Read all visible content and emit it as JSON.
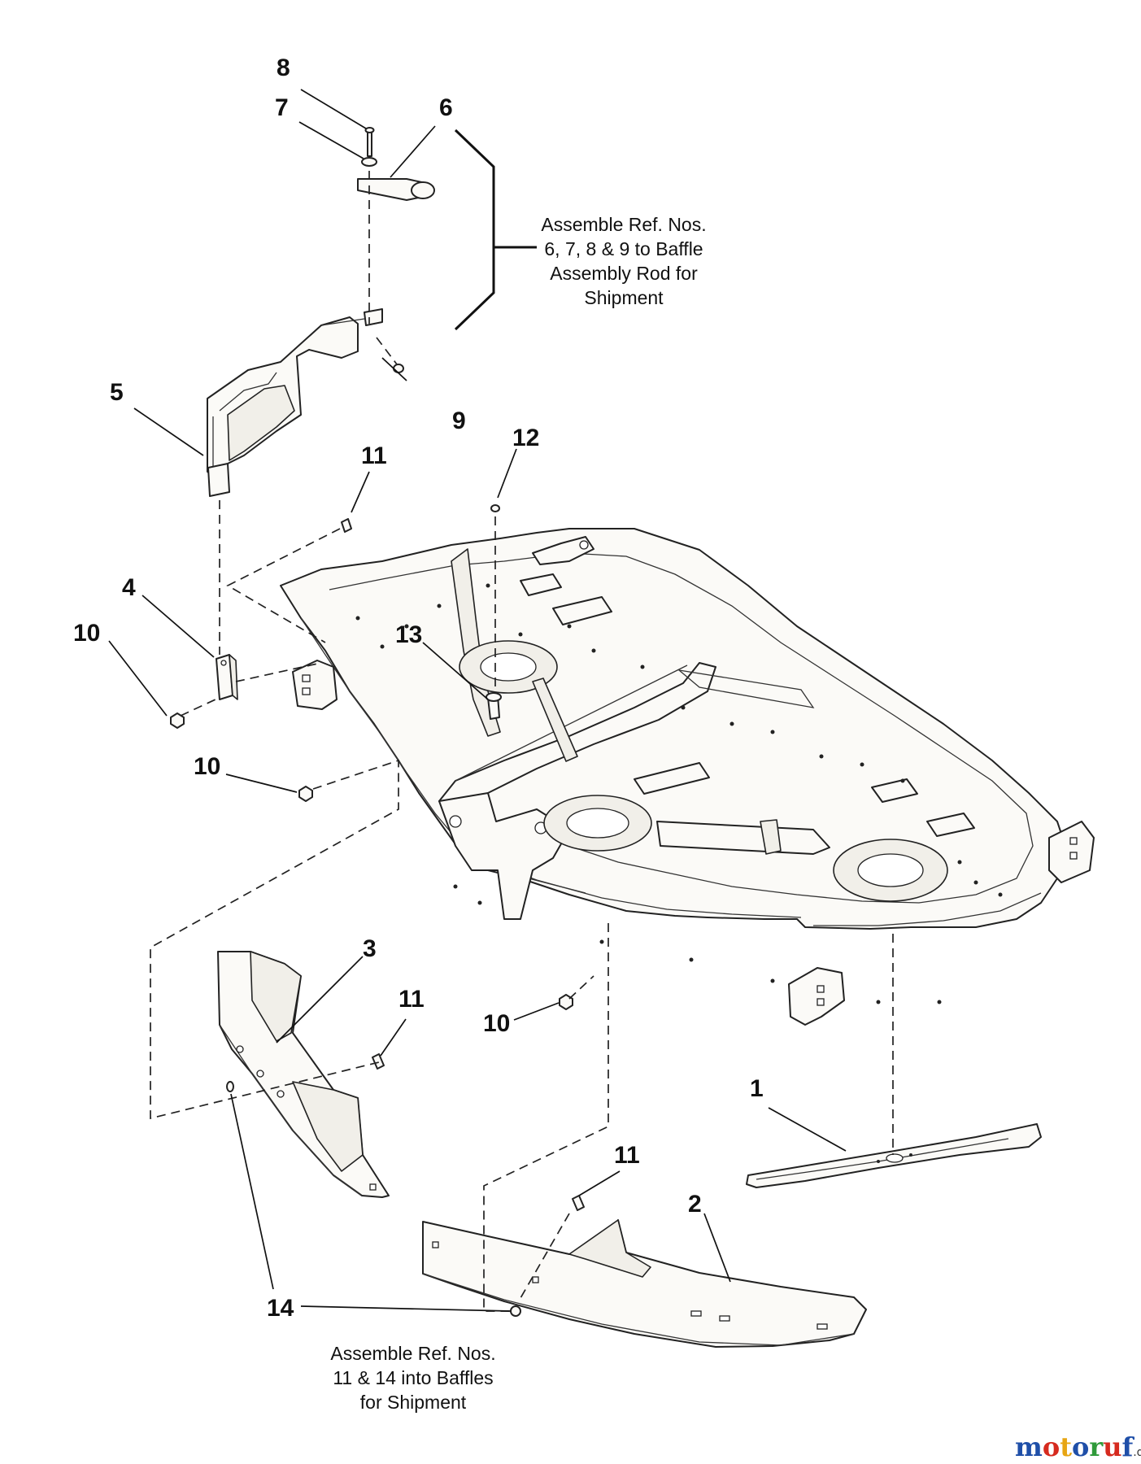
{
  "callouts": {
    "n1": "1",
    "n2": "2",
    "n3": "3",
    "n4": "4",
    "n5": "5",
    "n6": "6",
    "n7": "7",
    "n8": "8",
    "n9": "9",
    "n10a": "10",
    "n10b": "10",
    "n10c": "10",
    "n11a": "11",
    "n11b": "11",
    "n11c": "11",
    "n12": "12",
    "n13": "13",
    "n14": "14"
  },
  "notes": {
    "rod_note": [
      "Assemble Ref. Nos.",
      "6, 7, 8 & 9 to Baffle",
      "Assembly Rod for",
      "Shipment"
    ],
    "baffle_note": [
      "Assemble Ref. Nos.",
      "11 & 14 into Baffles",
      "for Shipment"
    ]
  },
  "watermark": {
    "letters": [
      "m",
      "o",
      "t",
      "o",
      "r",
      "u",
      "f"
    ],
    "letter_colors": [
      "#1f4fa8",
      "#d62a1e",
      "#e7a513",
      "#1f4fa8",
      "#2f9a3a",
      "#d62a1e",
      "#1f4fa8"
    ],
    "suffix": ".de"
  }
}
